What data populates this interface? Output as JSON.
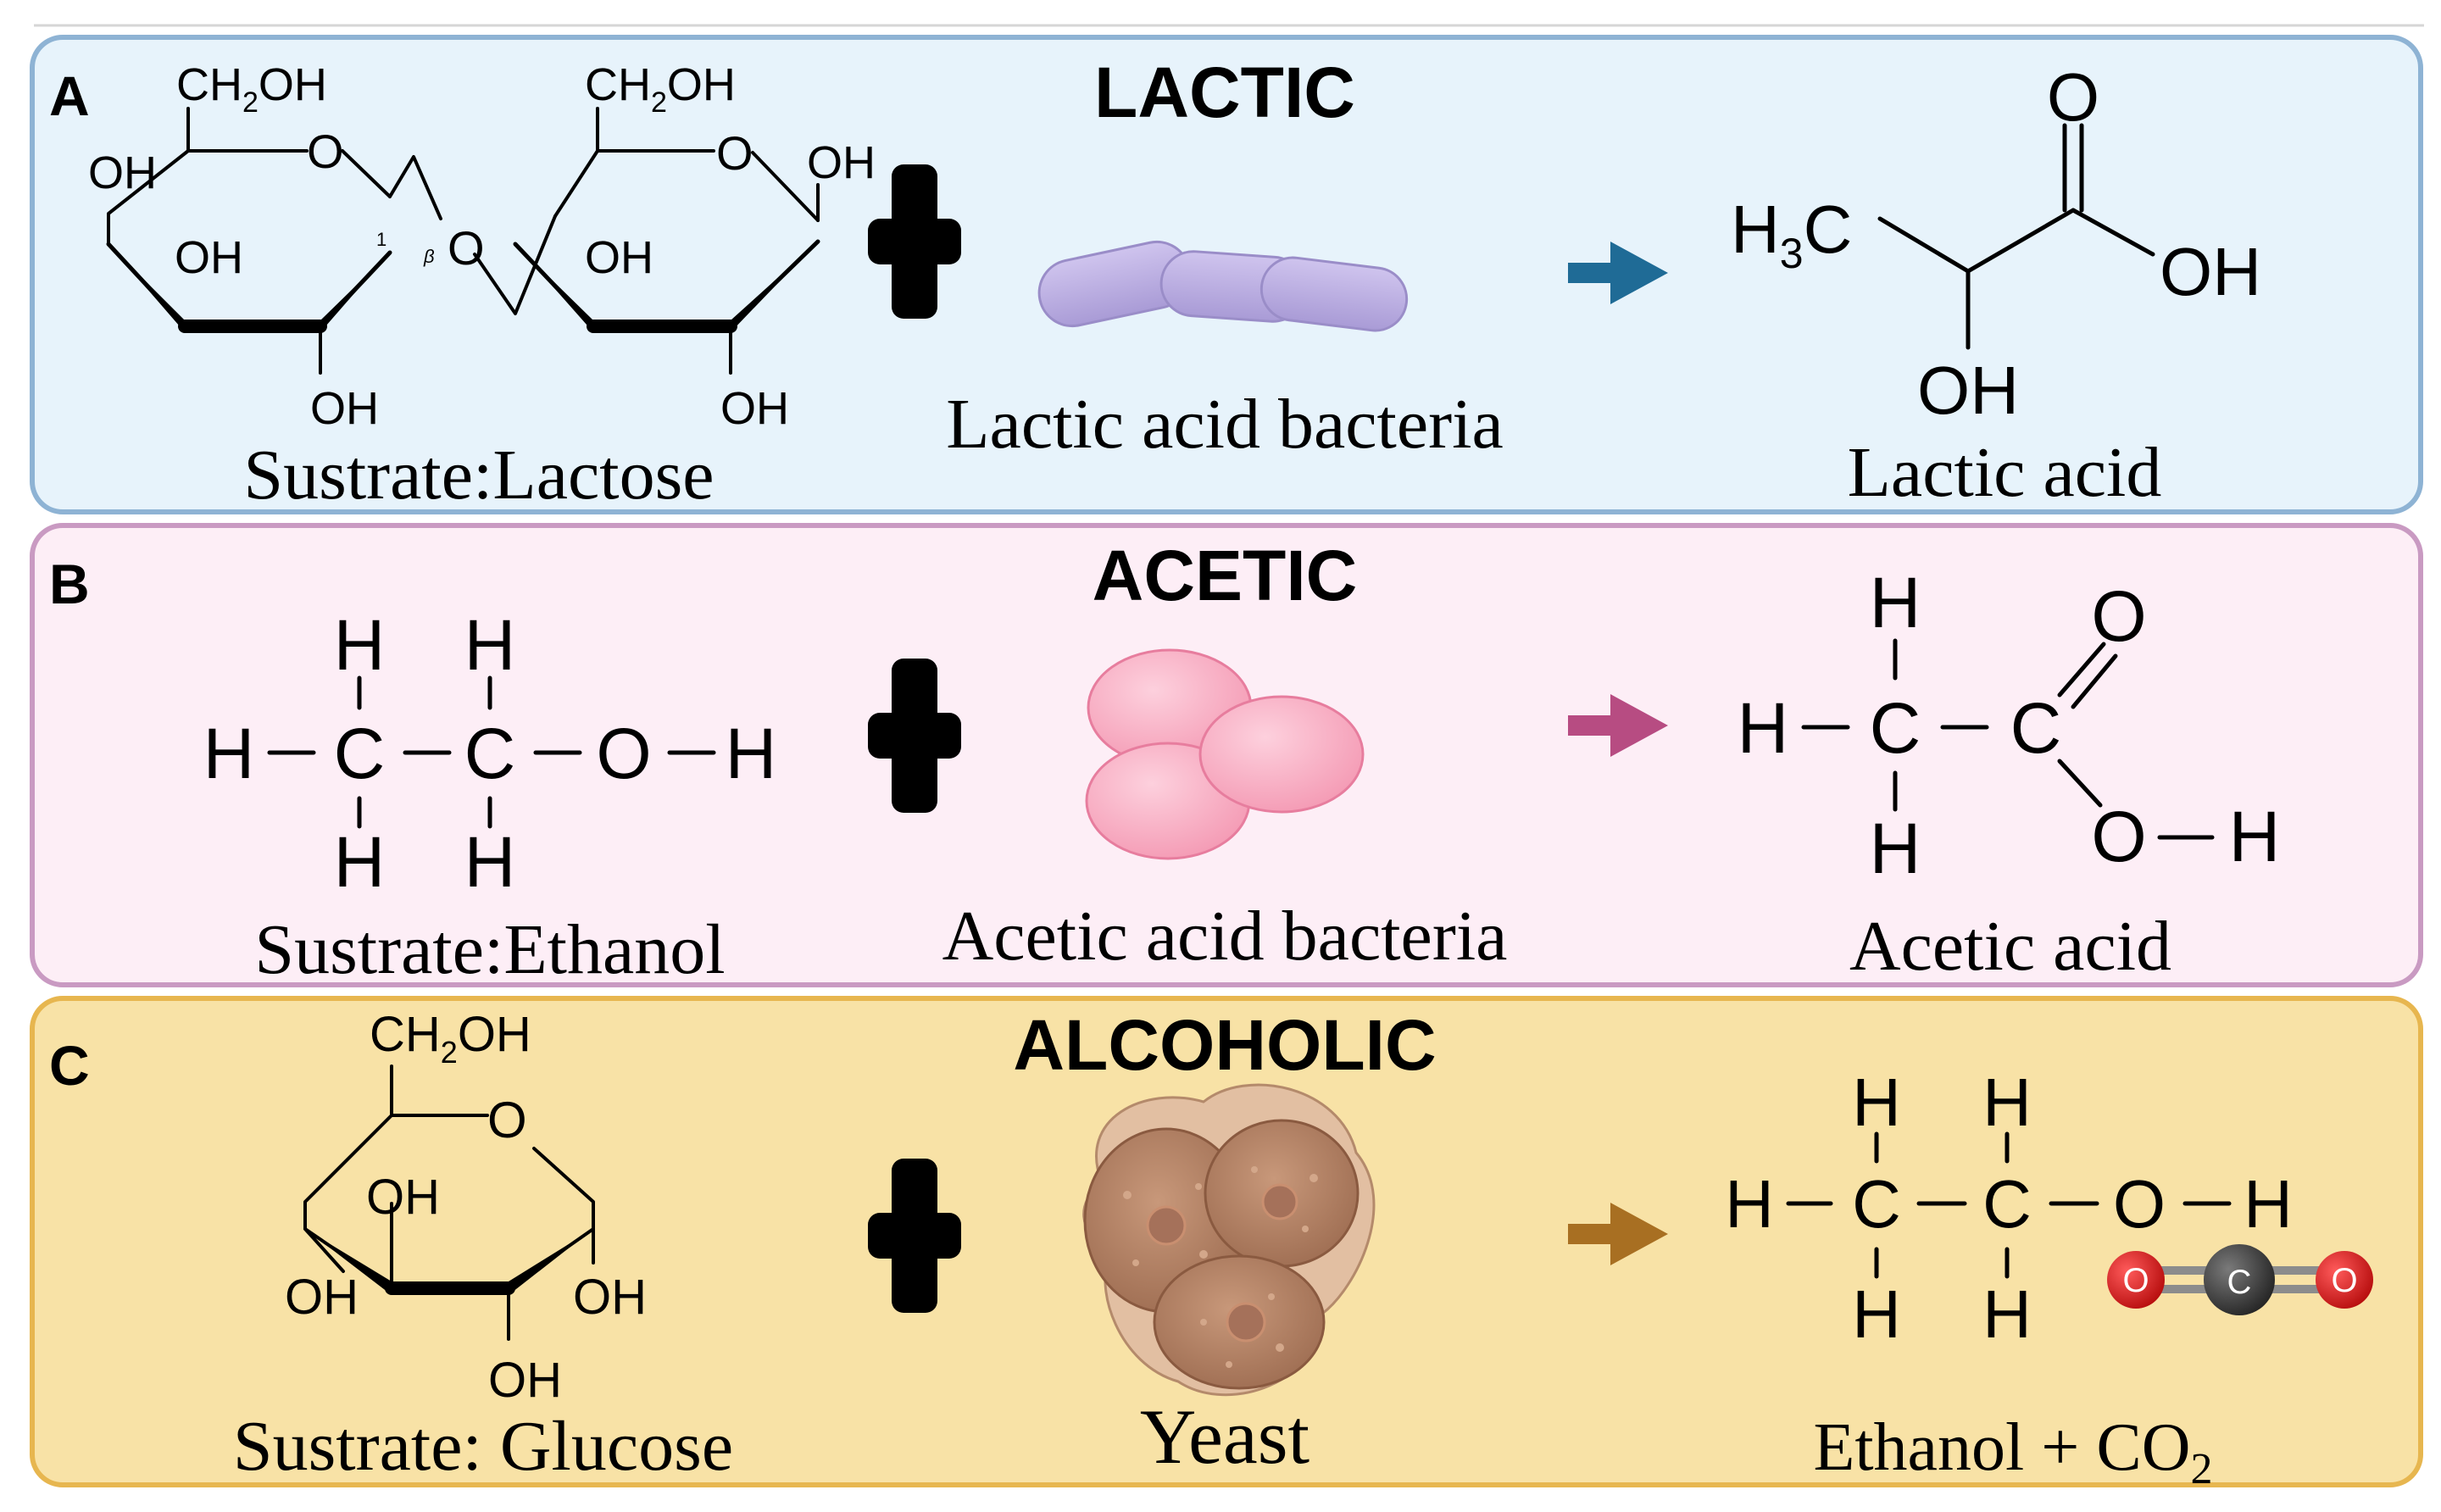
{
  "panels": [
    {
      "letter": "A",
      "title": "LACTIC",
      "substrate_label": "Sustrate:Lactose",
      "organism_label": "Lactic acid bacteria",
      "product_label": "Lactic acid",
      "bg_color": "#e7f3fb",
      "border_color": "#8eb3d4",
      "arrow_color": "#1f6b96"
    },
    {
      "letter": "B",
      "title": "ACETIC",
      "substrate_label": "Sustrate:Ethanol",
      "organism_label": "Acetic acid bacteria",
      "product_label": "Acetic acid",
      "bg_color": "#fdeef6",
      "border_color": "#c99ac2",
      "arrow_color": "#b74c82"
    },
    {
      "letter": "C",
      "title": "ALCOHOLIC",
      "substrate_label": "Sustrate: Glucose",
      "organism_label": "Yeast",
      "product_label": "Ethanol + CO",
      "product_subscript": "2",
      "bg_color": "#f8e2a6",
      "border_color": "#e7b64f",
      "arrow_color": "#a86f22"
    }
  ],
  "chem": {
    "ch2oh_ch": "CH",
    "ch2oh_sub": "2",
    "ch2oh_oh": "OH",
    "O": "O",
    "OH": "OH",
    "H": "H",
    "C": "C",
    "H3C_h": "H",
    "H3C_sub": "3",
    "H3C_c": "C",
    "anomer_1": "1",
    "anomer_beta": "β"
  }
}
